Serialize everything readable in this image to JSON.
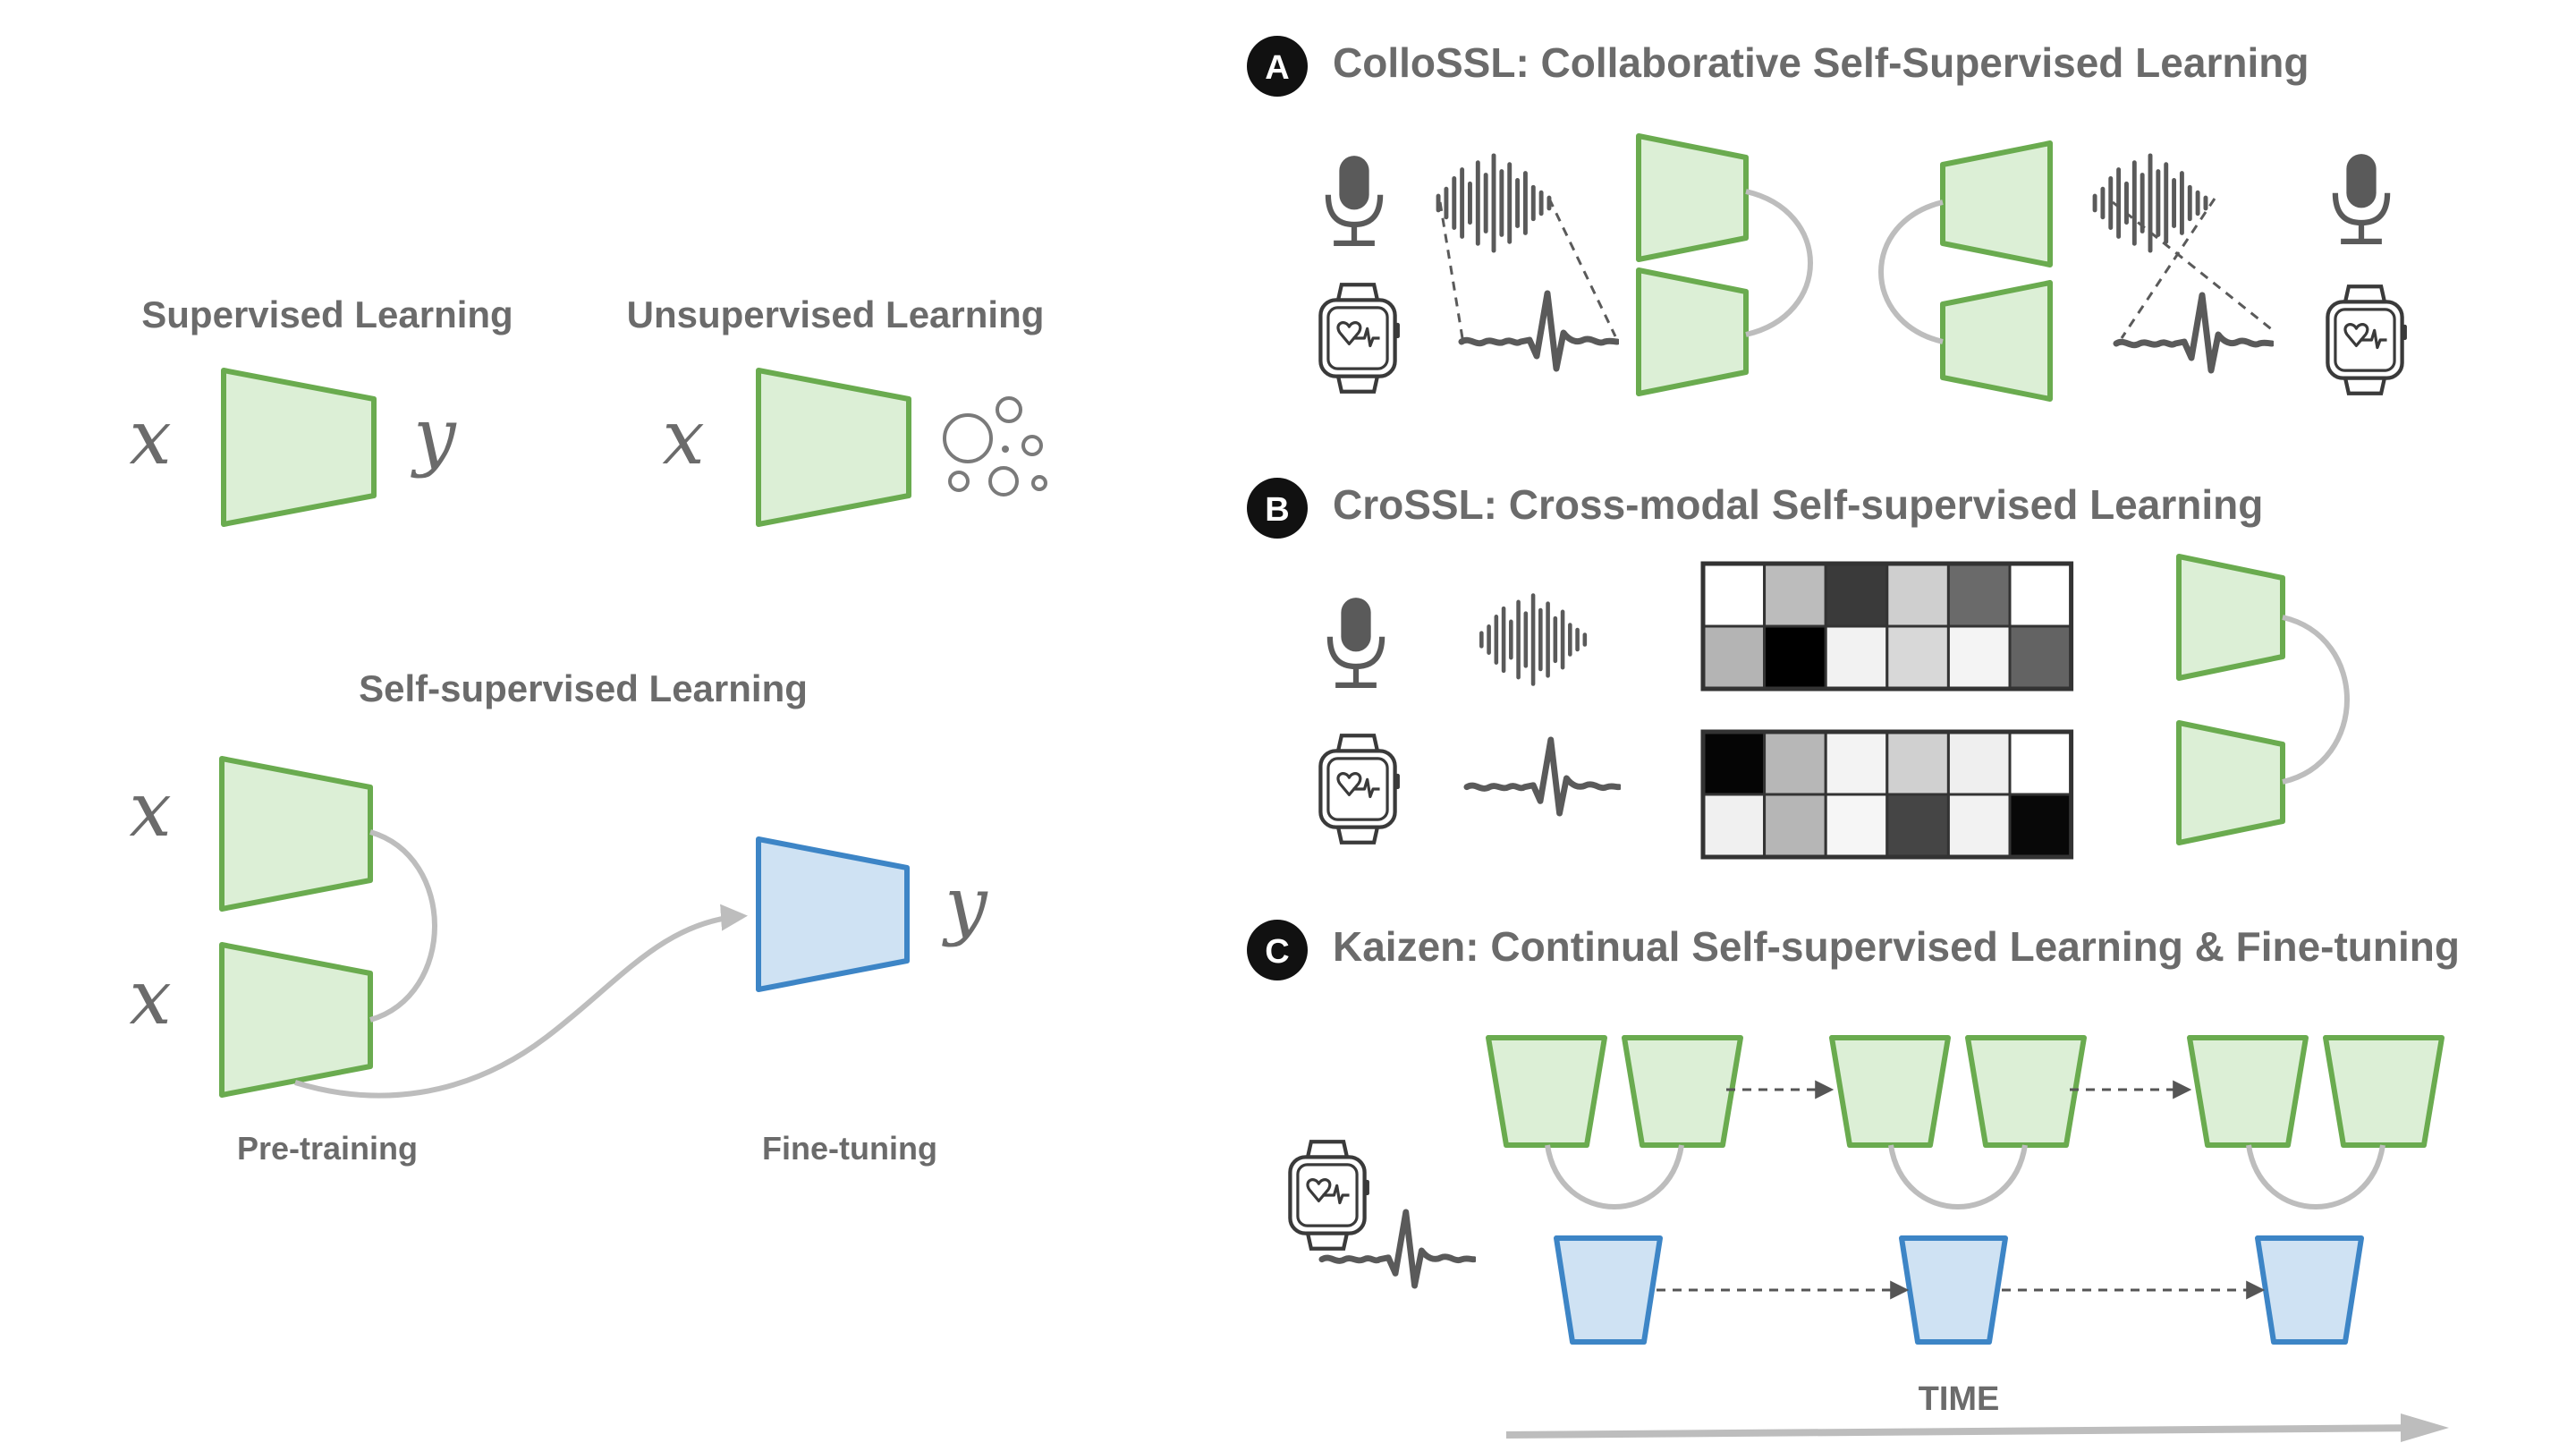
{
  "left": {
    "supervised_title": "Supervised Learning",
    "unsupervised_title": "Unsupervised Learning",
    "ssl_title": "Self-supervised Learning",
    "input_symbol": "x",
    "output_symbol": "y",
    "pretraining_label": "Pre-training",
    "finetuning_label": "Fine-tuning"
  },
  "panels": [
    {
      "badge": "A",
      "title": "ColloSSL: Collaborative Self-Supervised Learning"
    },
    {
      "badge": "B",
      "title": "CroSSL: Cross-modal Self-supervised Learning"
    },
    {
      "badge": "C",
      "title": "Kaizen: Continual Self-supervised Learning & Fine-tuning"
    }
  ],
  "time_label": "TIME",
  "icons": [
    "microphone-icon",
    "smartwatch-icon",
    "audio-waveform-icon",
    "ecg-waveform-icon",
    "embedding-clusters-icon"
  ],
  "colors": {
    "text": "#6b6b6b",
    "encoder_fill": "#dcefd6",
    "encoder_stroke": "#6aab4f",
    "head_fill": "#cfe2f3",
    "head_stroke": "#3d85c6",
    "connector": "#bdbdbd",
    "icon": "#5a5a5a",
    "badge": "#111111"
  },
  "crossl_grids": {
    "audio": [
      [
        "#ffffff",
        "#bcbcbc",
        "#3a3a3a",
        "#cfcfcf",
        "#6a6a6a",
        "#ffffff"
      ],
      [
        "#b4b4b4",
        "#000000",
        "#f2f2f2",
        "#d8d8d8",
        "#f4f4f4",
        "#636363"
      ]
    ],
    "ecg": [
      [
        "#050505",
        "#b7b7b7",
        "#f3f3f3",
        "#d0d0d0",
        "#efefef",
        "#ffffff"
      ],
      [
        "#f0f0f0",
        "#b6b6b6",
        "#f6f6f6",
        "#454545",
        "#f2f2f2",
        "#080808"
      ]
    ]
  }
}
